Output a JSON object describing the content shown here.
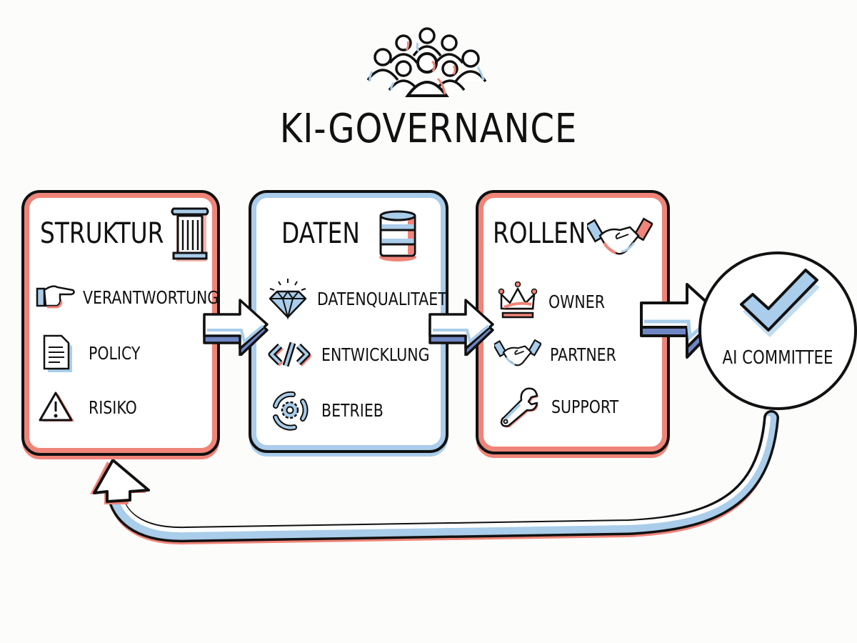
{
  "title": "KI-GOVERNANCE",
  "colors": {
    "red": "#f08478",
    "blue": "#a9cdea",
    "ink": "#111111",
    "arrow_blue": "#6f86c4"
  },
  "header_icon": "people-group-icon",
  "cards": [
    {
      "title": "STRUKTUR",
      "accent": "red",
      "icon": "column-icon",
      "items": [
        {
          "label": "VERANTWORTUNG",
          "icon": "pointing-hand-icon"
        },
        {
          "label": "POLICY",
          "icon": "document-icon"
        },
        {
          "label": "RISIKO",
          "icon": "warning-icon"
        }
      ]
    },
    {
      "title": "DATEN",
      "accent": "blue",
      "icon": "database-icon",
      "items": [
        {
          "label": "DATENQUALITAET",
          "icon": "diamond-icon"
        },
        {
          "label": "ENTWICKLUNG",
          "icon": "code-icon"
        },
        {
          "label": "BETRIEB",
          "icon": "gear-cycle-icon"
        }
      ]
    },
    {
      "title": "ROLLEN",
      "accent": "red",
      "icon": "handshake-icon",
      "items": [
        {
          "label": "OWNER",
          "icon": "crown-icon"
        },
        {
          "label": "PARTNER",
          "icon": "handshake-icon"
        },
        {
          "label": "SUPPORT",
          "icon": "wrench-icon"
        }
      ]
    }
  ],
  "committee": {
    "label": "AI COMMITTEE",
    "icon": "checkmark-icon"
  }
}
